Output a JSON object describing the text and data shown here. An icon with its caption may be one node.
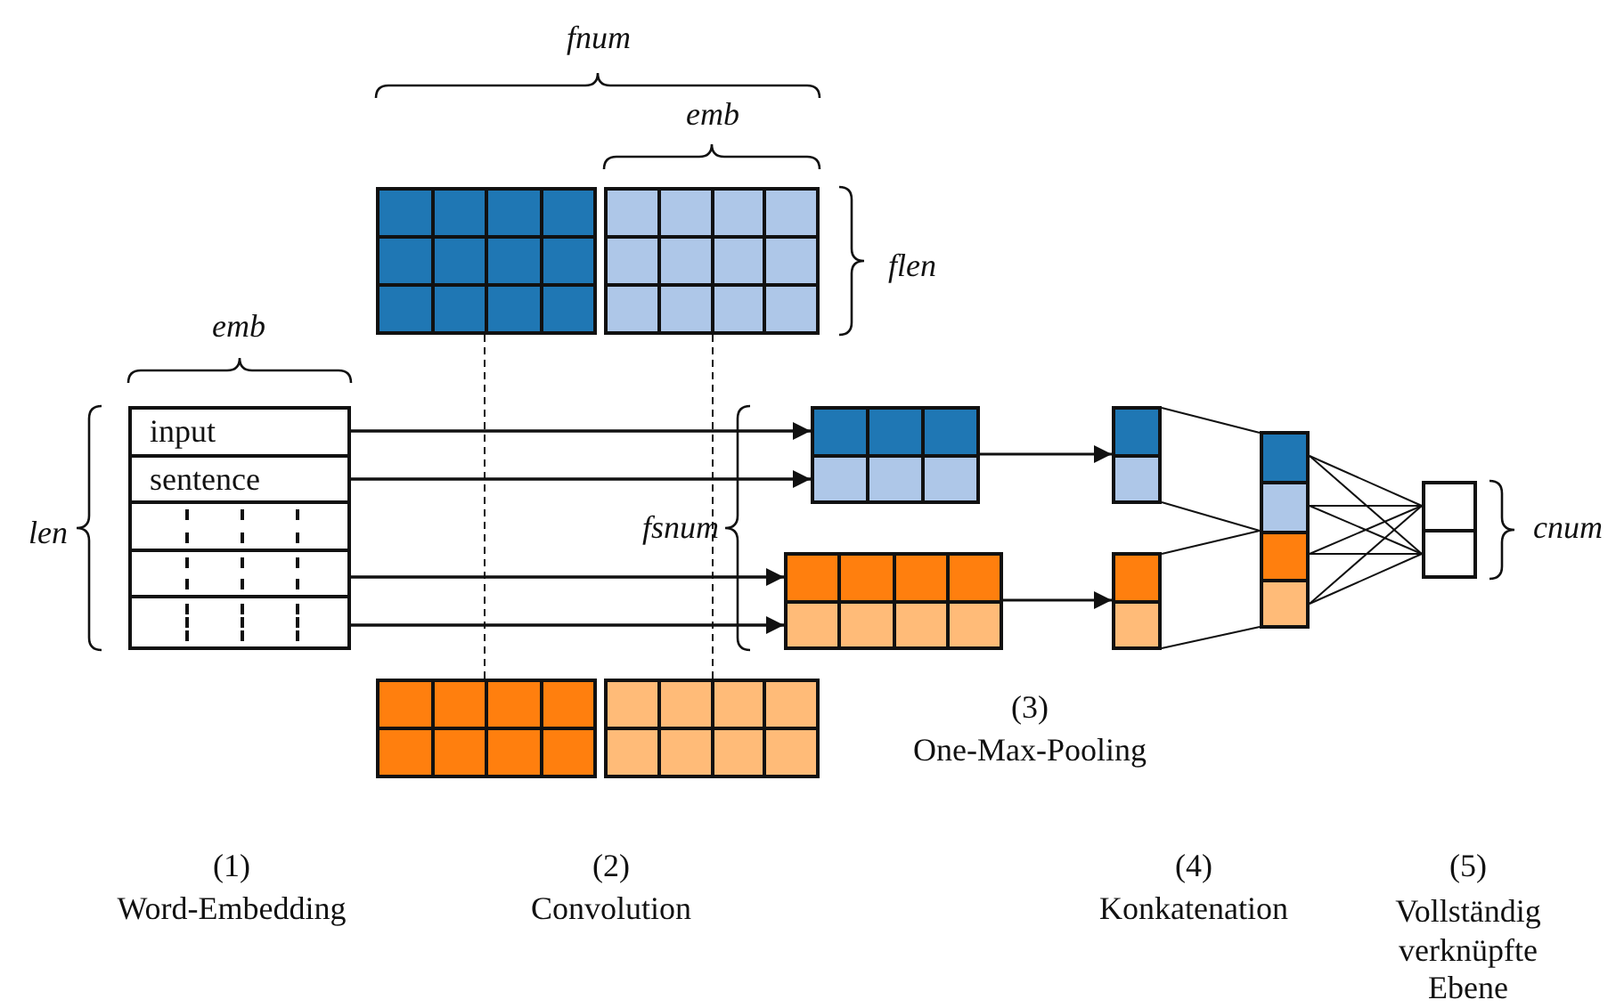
{
  "diagram": {
    "nodes": [
      {
        "text": [],
        "shape": "box"
      },
      {
        "text": [],
        "shape": "box"
      },
      {
        "text": [],
        "shape": "box"
      },
      {
        "text": [
          "input"
        ],
        "in": 2
      },
      {
        "text": [
          "sentence"
        ],
        "in": 2
      },
      {
        "text": [],
        "shape": "box",
        "in": 2
      },
      {
        "text": [],
        "shape": "box",
        "in": 2
      },
      {
        "text": [],
        "shape": "box",
        "in": 2
      },
      {
        "text": [],
        "shape": "box"
      },
      {
        "text": [],
        "shape": "box"
      },
      {
        "text": [],
        "shape": "box"
      },
      {
        "text": [],
        "shape": "box"
      },
      {
        "text": [],
        "shape": "box"
      },
      {
        "text": [],
        "shape": "box"
      },
      {
        "text": [],
        "shape": "box"
      },
      {
        "text": [],
        "shape": "box"
      },
      {
        "text": [],
        "shape": "box"
      },
      {
        "text": [],
        "shape": "box"
      },
      {
        "text": [],
        "shape": "box"
      },
      {
        "text": [],
        "shape": "box"
      }
    ],
    "edges": [
      {
        "from": 3,
        "to": 8,
        "arrow": "to"
      },
      {
        "from": 4,
        "to": 8,
        "arrow": "to"
      },
      {
        "from": 6,
        "to": 9,
        "arrow": "to"
      },
      {
        "from": 7,
        "to": 9,
        "arrow": "to"
      },
      {
        "from": 8,
        "to": 10,
        "arrow": "to"
      },
      {
        "from": 9,
        "to": 11,
        "arrow": "to"
      },
      {
        "from": 10,
        "to": 12,
        "arrow": "none"
      },
      {
        "from": 10,
        "to": 13,
        "arrow": "none"
      },
      {
        "from": 11,
        "to": 14,
        "arrow": "none"
      },
      {
        "from": 11,
        "to": 15,
        "arrow": "none"
      },
      {
        "from": 12,
        "to": 16,
        "arrow": "none"
      },
      {
        "from": 12,
        "to": 17,
        "arrow": "none"
      },
      {
        "from": 13,
        "to": 16,
        "arrow": "none"
      },
      {
        "from": 13,
        "to": 17,
        "arrow": "none"
      },
      {
        "from": 14,
        "to": 16,
        "arrow": "none"
      },
      {
        "from": 14,
        "to": 17,
        "arrow": "none"
      },
      {
        "from": 15,
        "to": 16,
        "arrow": "none"
      },
      {
        "from": 15,
        "to": 17,
        "arrow": "none"
      },
      {
        "from": 0,
        "to": 18,
        "arrow": "none",
        "style": "dashed"
      },
      {
        "from": 1,
        "to": 19,
        "arrow": "none",
        "style": "dashed"
      }
    ],
    "labels": [
      "fnum",
      "emb",
      "flen",
      "emb",
      "len",
      "fsnum",
      "cnum",
      "(3)",
      "One-Max-Pooling",
      "(1)",
      "Word-Embedding",
      "(2)",
      "Convolution",
      "(4)",
      "Konkatenation",
      "(5)",
      "Vollständig verknüpfte Ebene"
    ]
  }
}
